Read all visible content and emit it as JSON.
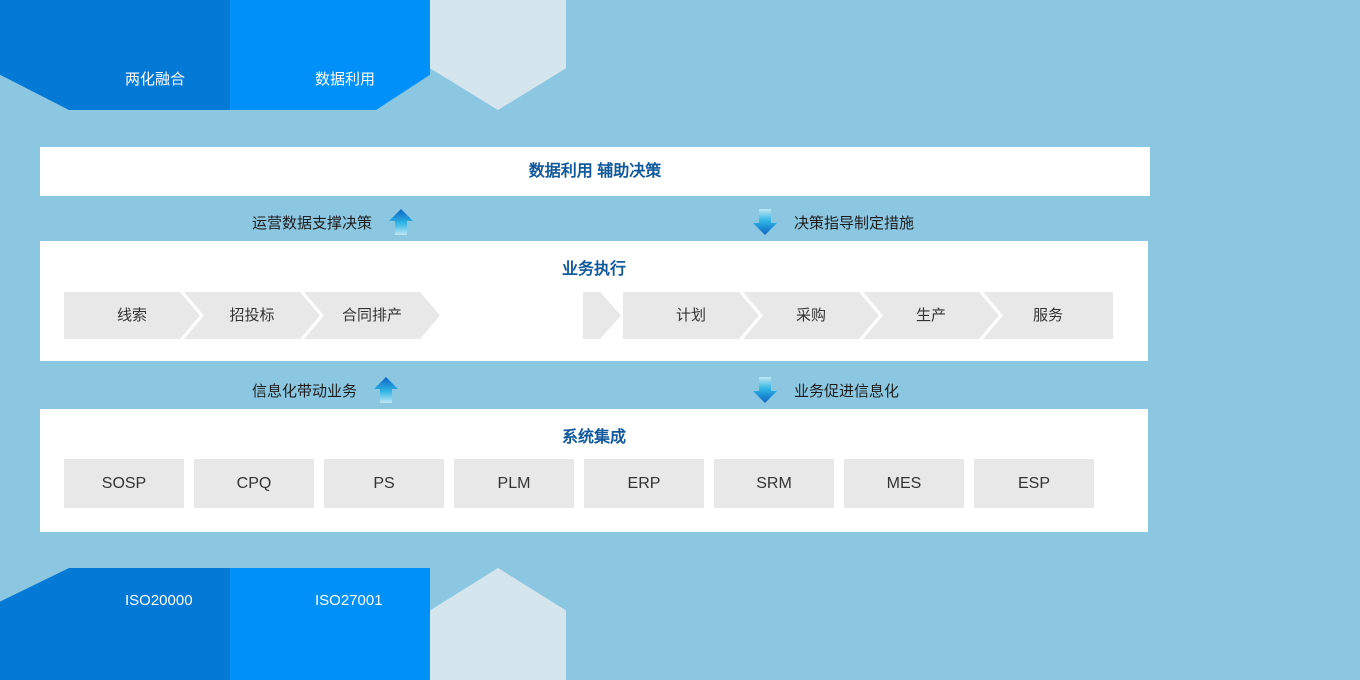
{
  "page": {
    "background_color": "#8cc7e2",
    "accent_dark": "#0479d6",
    "accent_mid": "#0090fa",
    "accent_pale": "#d4e5ee",
    "title_color": "#12599c",
    "box_fill": "#e8e8e8"
  },
  "top_banner": {
    "labels": [
      {
        "text": "两化融合"
      },
      {
        "text": "数据利用"
      }
    ]
  },
  "bottom_banner": {
    "labels": [
      {
        "text": "ISO20000"
      },
      {
        "text": "ISO27001"
      }
    ]
  },
  "decision_card": {
    "title": "数据利用 辅助决策"
  },
  "connector_top": {
    "left_text": "运营数据支撑决策",
    "left_icon": "arrow-up-icon",
    "right_text": "决策指导制定措施",
    "right_icon": "arrow-down-icon"
  },
  "connector_bottom": {
    "left_text": "信息化带动业务",
    "left_icon": "arrow-up-icon",
    "right_text": "业务促进信息化",
    "right_icon": "arrow-down-icon"
  },
  "business_card": {
    "title": "业务执行",
    "left_steps": [
      {
        "label": "线索"
      },
      {
        "label": "招投标"
      },
      {
        "label": "合同排产"
      }
    ],
    "right_steps": [
      {
        "label": "计划"
      },
      {
        "label": "采购"
      },
      {
        "label": "生产"
      },
      {
        "label": "服务"
      }
    ]
  },
  "systems_card": {
    "title": "系统集成",
    "systems": [
      {
        "label": "SOSP"
      },
      {
        "label": "CPQ"
      },
      {
        "label": "PS"
      },
      {
        "label": "PLM"
      },
      {
        "label": "ERP"
      },
      {
        "label": "SRM"
      },
      {
        "label": "MES"
      },
      {
        "label": "ESP"
      }
    ]
  }
}
